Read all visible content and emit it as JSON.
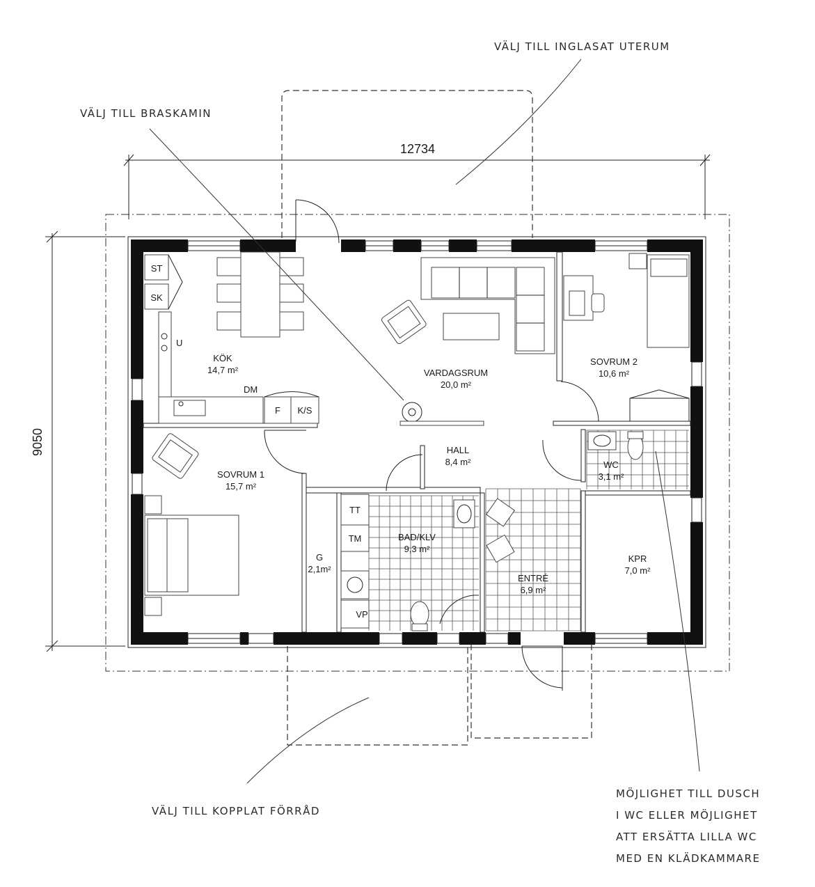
{
  "dimensions": {
    "width": "12734",
    "depth": "9050"
  },
  "rooms": {
    "kok": {
      "name": "KÖK",
      "area": "14,7 m²"
    },
    "vardagsrum": {
      "name": "VARDAGSRUM",
      "area": "20,0 m²"
    },
    "sovrum2": {
      "name": "SOVRUM 2",
      "area": "10,6 m²"
    },
    "sovrum1": {
      "name": "SOVRUM 1",
      "area": "15,7 m²"
    },
    "hall": {
      "name": "HALL",
      "area": "8,4 m²"
    },
    "wc": {
      "name": "WC",
      "area": "3,1 m²"
    },
    "bad": {
      "name": "BAD/KLV",
      "area": "9,3 m²"
    },
    "g": {
      "name": "G",
      "area": "2,1m²"
    },
    "entre": {
      "name": "ENTRÉ",
      "area": "6,9 m²"
    },
    "kpr": {
      "name": "KPR",
      "area": "7,0 m²"
    }
  },
  "fixtures": {
    "st": "ST",
    "sk": "SK",
    "u": "U",
    "dm": "DM",
    "f": "F",
    "ks": "K/S",
    "tt": "TT",
    "tm": "TM",
    "vp": "VP"
  },
  "notes": {
    "uterum": "VÄLJ TILL INGLASAT UTERUM",
    "braskamin": "VÄLJ TILL BRASKAMIN",
    "forrad": "VÄLJ TILL KOPPLAT FÖRRÅD",
    "dusch": [
      "MÖJLIGHET TILL DUSCH",
      "I WC ELLER MÖJLIGHET",
      "ATT ERSÄTTA LILLA WC",
      "MED EN KLÄDKAMMARE"
    ]
  }
}
